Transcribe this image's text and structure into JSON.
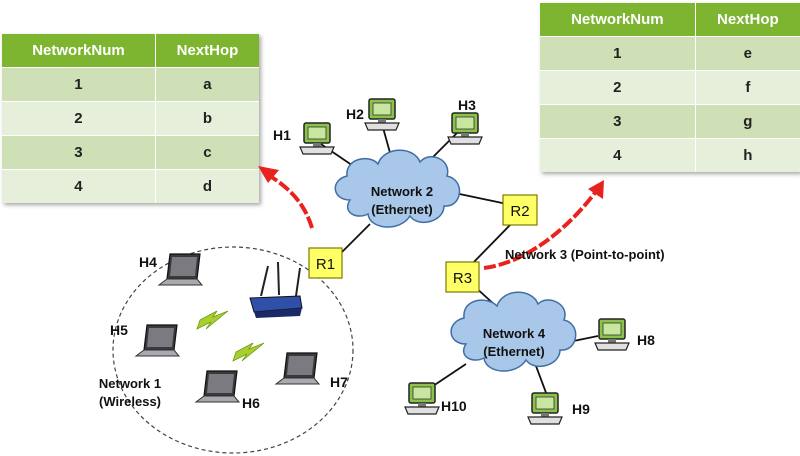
{
  "table_left": {
    "headers": [
      "NetworkNum",
      "NextHop"
    ],
    "rows": [
      [
        "1",
        "a"
      ],
      [
        "2",
        "b"
      ],
      [
        "3",
        "c"
      ],
      [
        "4",
        "d"
      ]
    ]
  },
  "table_right": {
    "headers": [
      "NetworkNum",
      "NextHop"
    ],
    "rows": [
      [
        "1",
        "e"
      ],
      [
        "2",
        "f"
      ],
      [
        "3",
        "g"
      ],
      [
        "4",
        "h"
      ]
    ]
  },
  "hosts": {
    "h1": "H1",
    "h2": "H2",
    "h3": "H3",
    "h4": "H4",
    "h5": "H5",
    "h6": "H6",
    "h7": "H7",
    "h8": "H8",
    "h9": "H9",
    "h10": "H10"
  },
  "routers": {
    "r1": "R1",
    "r2": "R2",
    "r3": "R3"
  },
  "networks": {
    "n1_line1": "Network 1",
    "n1_line2": "(Wireless)",
    "n2_line1": "Network 2",
    "n2_line2": "(Ethernet)",
    "n3": "Network 3 (Point-to-point)",
    "n4_line1": "Network 4",
    "n4_line2": "(Ethernet)"
  },
  "colors": {
    "table_header": "#7db530",
    "router": "#ffff66",
    "cloud": "#a9c7e8",
    "arrow": "#e8231e",
    "bolt": "#a6cf2f"
  },
  "icons": [
    "desktop-computer-icon",
    "laptop-icon",
    "wireless-router-icon",
    "lightning-bolt-icon",
    "cloud-icon"
  ]
}
